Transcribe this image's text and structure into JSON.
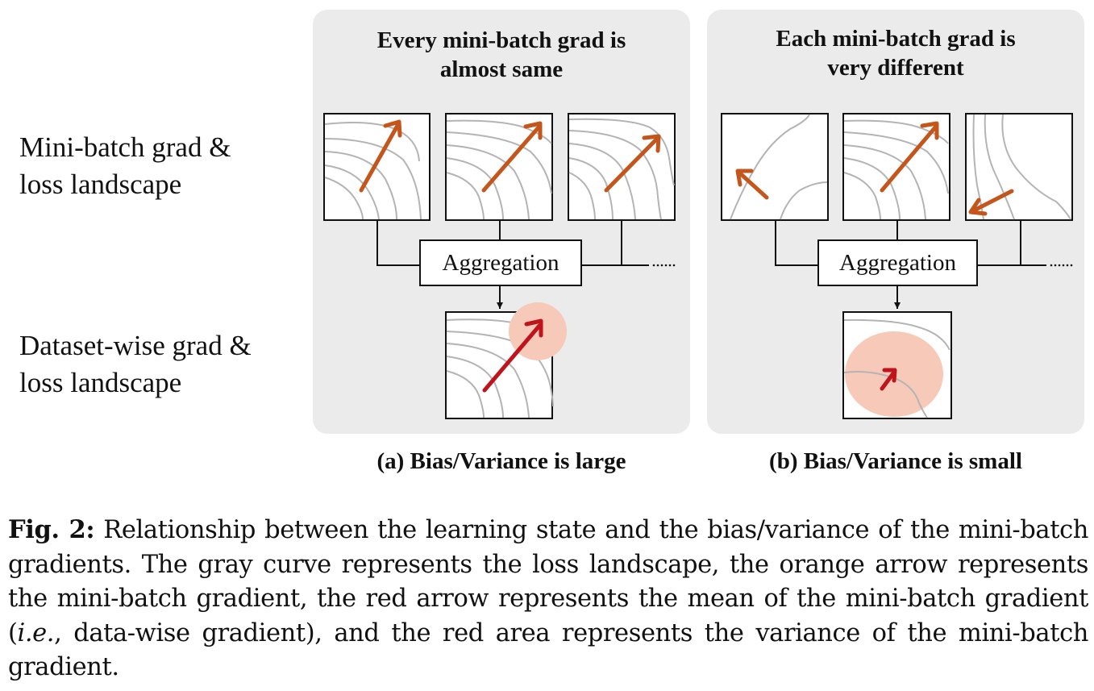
{
  "row_labels": {
    "minibatch": [
      "Mini-batch grad &",
      "loss landscape"
    ],
    "dataset": [
      "Dataset-wise grad &",
      "loss landscape"
    ]
  },
  "panel_a": {
    "title": [
      "Every mini-batch grad is",
      "almost same"
    ],
    "aggregation": "Aggregation",
    "ellipsis": "......",
    "subcaption": "(a) Bias/Variance is large"
  },
  "panel_b": {
    "title": [
      "Each mini-batch grad is",
      "very different"
    ],
    "aggregation": "Aggregation",
    "ellipsis": "......",
    "subcaption": "(b) Bias/Variance is small"
  },
  "colors": {
    "panel_bg": "#ebebeb",
    "curve_gray": "#b4b4b4",
    "orange_arrow": "#c4561c",
    "red_arrow": "#c0141c",
    "variance_area": "#f6c9b8"
  },
  "caption": {
    "label": "Fig. 2:",
    "text_1": " Relationship between the learning state and the bias/variance of the mini-batch gradients. The gray curve represents the loss landscape, the orange arrow represents the mini-batch gradient, the red arrow represents the mean of the mini-batch gradient (",
    "ie": "i.e.",
    "text_2": ", data-wise gradient), and the red area represents the variance of the mini-batch gradient."
  }
}
